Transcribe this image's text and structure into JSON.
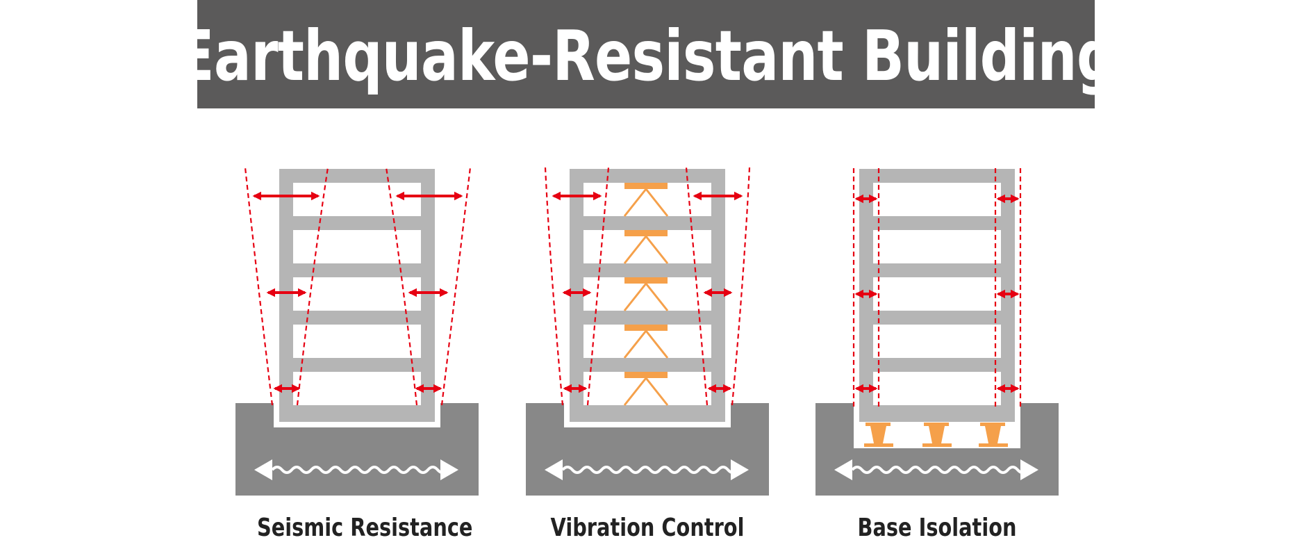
{
  "title": "Earthquake-Resistant Building",
  "colors": {
    "banner": "#5b5a5a",
    "structure": "#b5b5b5",
    "ground": "#888888",
    "arrow": "#e60012",
    "damper": "#f5a04a",
    "wave": "#ffffff"
  },
  "panels": [
    {
      "caption": "Seismic Resistance",
      "method": "seismic-resistance"
    },
    {
      "caption": "Vibration Control",
      "method": "vibration-control"
    },
    {
      "caption": "Base Isolation",
      "method": "base-isolation"
    }
  ]
}
